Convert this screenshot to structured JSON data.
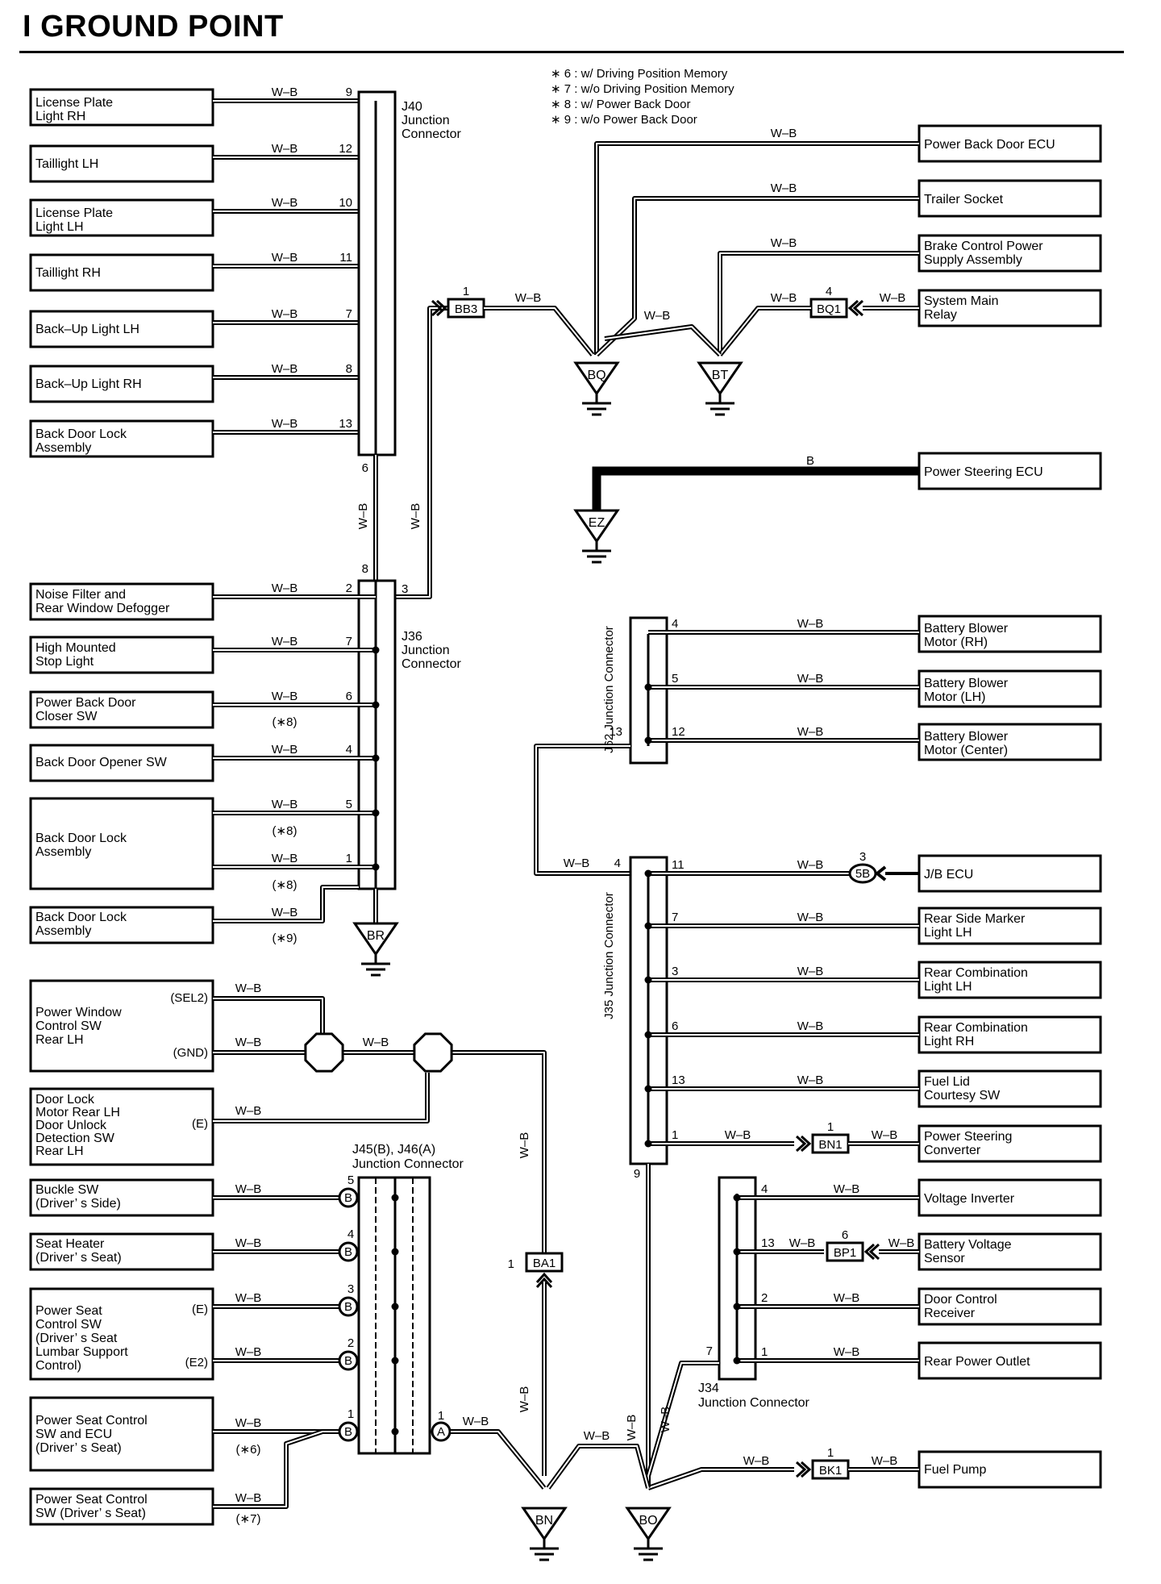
{
  "title": "I GROUND POINT",
  "notes": [
    "∗ 6 : w/ Driving Position Memory",
    "∗ 7 : w/o Driving Position Memory",
    "∗ 8 : w/ Power Back Door",
    "∗ 9 : w/o Power Back Door"
  ],
  "wire_color": "W–B",
  "wire_color_black": "B",
  "connectors": {
    "j40": [
      "J40",
      "Junction",
      "Connector"
    ],
    "j36": [
      "J36",
      "Junction",
      "Connector"
    ],
    "j62": [
      "J62",
      "Junction",
      "Connector"
    ],
    "j35": [
      "J35",
      "Junction",
      "Connector"
    ],
    "j34": [
      "J34",
      "Junction Connector"
    ],
    "j45": [
      "J45(B), J46(A)",
      "Junction Connector"
    ]
  },
  "grounds": [
    "BQ",
    "BT",
    "EZ",
    "BR",
    "BN",
    "BO"
  ],
  "inline": {
    "bb3": "BB3",
    "bq1": "BQ1",
    "bn1": "BN1",
    "bp1": "BP1",
    "bk1": "BK1",
    "ba1": "BA1",
    "5b": "5B"
  },
  "left_j40": [
    {
      "label": [
        "License Plate",
        "Light RH"
      ],
      "pin": "9"
    },
    {
      "label": [
        "Taillight LH"
      ],
      "pin": "12"
    },
    {
      "label": [
        "License Plate",
        "Light LH"
      ],
      "pin": "10"
    },
    {
      "label": [
        "Taillight RH"
      ],
      "pin": "11"
    },
    {
      "label": [
        "Back–Up Light LH"
      ],
      "pin": "7"
    },
    {
      "label": [
        "Back–Up Light RH"
      ],
      "pin": "8"
    },
    {
      "label": [
        "Back Door Lock",
        "Assembly"
      ],
      "pin": "13"
    }
  ],
  "left_j36": [
    {
      "label": [
        "Noise Filter and",
        "Rear Window Defogger"
      ],
      "pin": "2"
    },
    {
      "label": [
        "High Mounted",
        "Stop Light"
      ],
      "pin": "7"
    },
    {
      "label": [
        "Power Back Door",
        "Closer SW"
      ],
      "pin": "6",
      "note": "(∗8)"
    },
    {
      "label": [
        "Back Door Opener SW"
      ],
      "pin": "4"
    },
    {
      "label": [
        "Back Door Lock",
        "Assembly"
      ],
      "pin": "5",
      "note": "(∗8)",
      "pin2": "1",
      "note2": "(∗8)"
    },
    {
      "label": [
        "Back Door Lock",
        "Assembly"
      ],
      "note": "(∗9)"
    }
  ],
  "right_top": [
    {
      "label": [
        "Power Back Door ECU"
      ]
    },
    {
      "label": [
        "Trailer Socket"
      ]
    },
    {
      "label": [
        "Brake Control Power",
        "Supply Assembly"
      ]
    },
    {
      "label": [
        "System Main",
        "Relay"
      ]
    },
    {
      "label": [
        "Power Steering ECU"
      ]
    }
  ],
  "right_j62": [
    {
      "label": [
        "Battery Blower",
        "Motor (RH)"
      ],
      "pin": "4"
    },
    {
      "label": [
        "Battery Blower",
        "Motor (LH)"
      ],
      "pin": "5"
    },
    {
      "label": [
        "Battery Blower",
        "Motor (Center)"
      ],
      "pin": "12"
    }
  ],
  "right_j35": [
    {
      "label": [
        "J/B ECU"
      ],
      "pin": "11"
    },
    {
      "label": [
        "Rear Side Marker",
        "Light LH"
      ],
      "pin": "7"
    },
    {
      "label": [
        "Rear Combination",
        "Light LH"
      ],
      "pin": "3"
    },
    {
      "label": [
        "Rear Combination",
        "Light RH"
      ],
      "pin": "6"
    },
    {
      "label": [
        "Fuel Lid",
        "Courtesy SW"
      ],
      "pin": "13"
    },
    {
      "label": [
        "Power Steering",
        "Converter"
      ],
      "pin": "1"
    }
  ],
  "right_j34": [
    {
      "label": [
        "Voltage Inverter"
      ],
      "pin": "4"
    },
    {
      "label": [
        "Battery Voltage",
        "Sensor"
      ],
      "pin": "13"
    },
    {
      "label": [
        "Door Control",
        "Receiver"
      ],
      "pin": "2"
    },
    {
      "label": [
        "Rear Power Outlet"
      ],
      "pin": "1"
    },
    {
      "label": [
        "Fuel Pump"
      ]
    }
  ],
  "left_bottom": [
    {
      "label": [
        "Power Window",
        "Control SW",
        "Rear LH"
      ],
      "terms": [
        "(SEL2)",
        "(GND)"
      ]
    },
    {
      "label": [
        "Door Lock",
        "Motor Rear LH",
        "Door Unlock",
        "Detection SW",
        "Rear LH"
      ],
      "terms": [
        "(E)"
      ]
    },
    {
      "label": [
        "Buckle SW",
        "(Driver’ s Side)"
      ],
      "pin": "5"
    },
    {
      "label": [
        "Seat Heater",
        "(Driver’ s Seat)"
      ],
      "pin": "4"
    },
    {
      "label": [
        "Power Seat",
        "Control SW",
        "(Driver’ s Seat",
        "Lumbar Support",
        "Control)"
      ],
      "terms": [
        "(E)",
        "(E2)"
      ],
      "pins": [
        "3",
        "2"
      ]
    },
    {
      "label": [
        "Power Seat Control",
        "SW and ECU",
        "(Driver’ s Seat)"
      ],
      "pin": "1",
      "note": "(∗6)"
    },
    {
      "label": [
        "Power Seat Control",
        "SW (Driver’ s Seat)"
      ],
      "note": "(∗7)"
    }
  ]
}
